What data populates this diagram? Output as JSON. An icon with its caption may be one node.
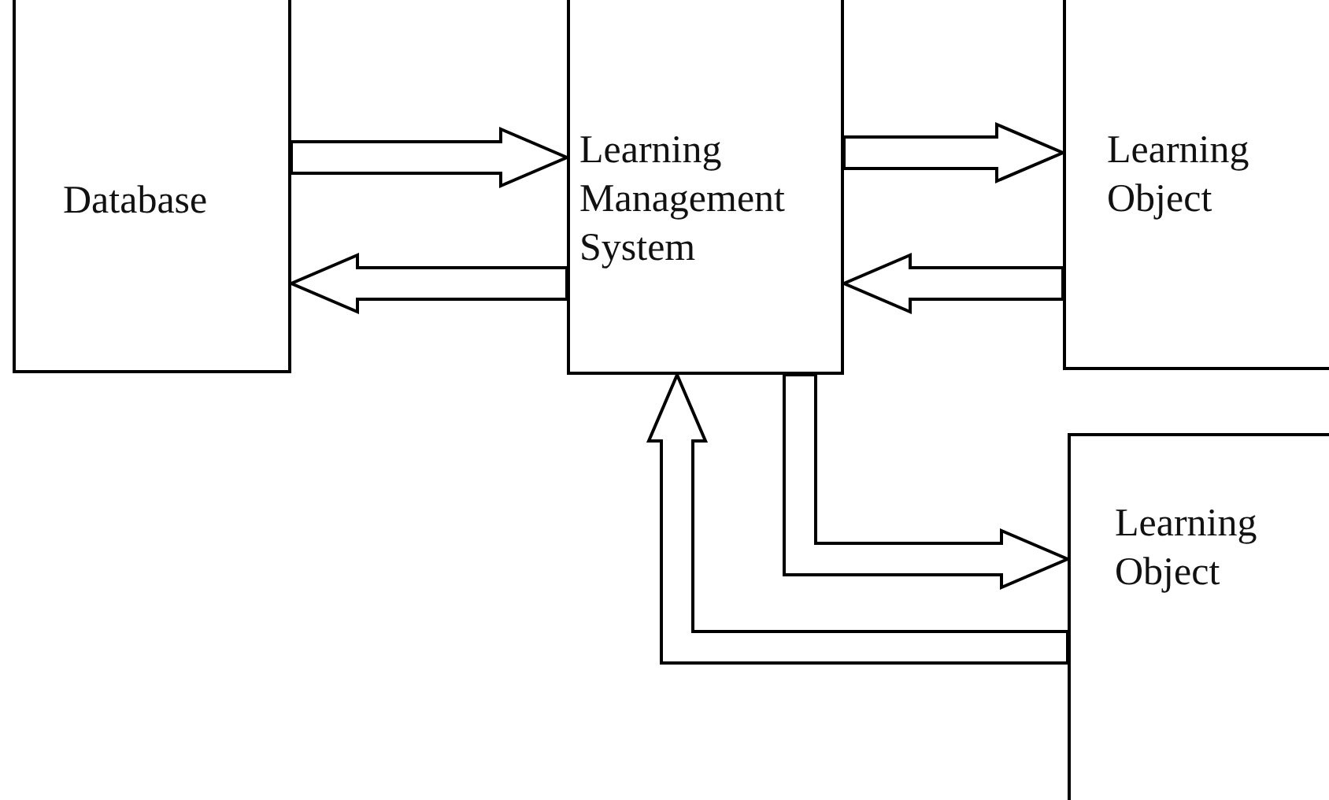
{
  "diagram": {
    "nodes": [
      {
        "text": [
          "Database"
        ]
      },
      {
        "text": [
          "Learning Management System"
        ]
      },
      {
        "text": [
          "Learning Object"
        ]
      },
      {
        "text": [
          "Learning Object"
        ]
      }
    ],
    "edges": [
      {
        "from": 0,
        "to": 1,
        "arrow": "to"
      },
      {
        "from": 1,
        "to": 0,
        "arrow": "to"
      },
      {
        "from": 1,
        "to": 2,
        "arrow": "to"
      },
      {
        "from": 2,
        "to": 1,
        "arrow": "to"
      },
      {
        "from": 1,
        "to": 3,
        "arrow": "to"
      },
      {
        "from": 3,
        "to": 1,
        "arrow": "to"
      }
    ]
  }
}
